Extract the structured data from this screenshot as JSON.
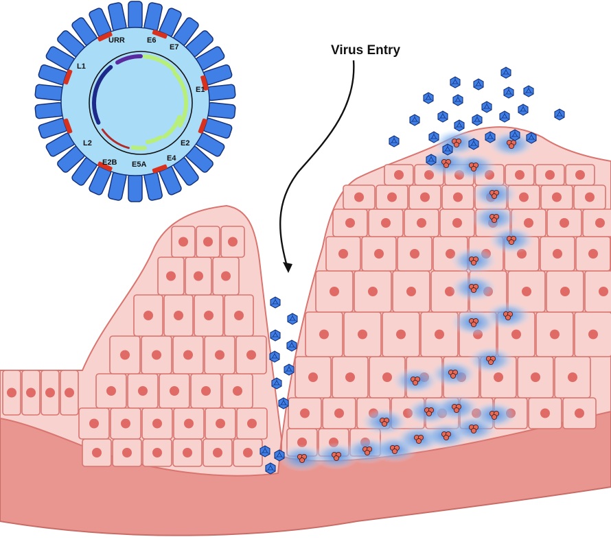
{
  "annotation": {
    "virus_entry": "Virus Entry"
  },
  "genome_map": {
    "genes": [
      "URR",
      "E6",
      "E7",
      "E1",
      "E2",
      "E4",
      "E5A",
      "E2B",
      "L2",
      "L1"
    ]
  },
  "colors": {
    "capsid_blue": "#3f7fe6",
    "capsid_outline": "#15327a",
    "virion_interior": "#a9dcf7",
    "red_marker": "#d8321f",
    "early_genes": "#b8ef7a",
    "late_genes": "#b02a2a",
    "urr_region": "#5a2ba0",
    "l1_region": "#1d2a8a",
    "tissue_fill": "#f7d2cf",
    "cell_border": "#d9746f",
    "nucleus": "#e06b66",
    "dermis": "#e99690",
    "infected_glow": "#4a90e2"
  },
  "icons": {
    "virion": "icosahedral-virion-icon",
    "arrow": "curved-arrow-icon"
  }
}
